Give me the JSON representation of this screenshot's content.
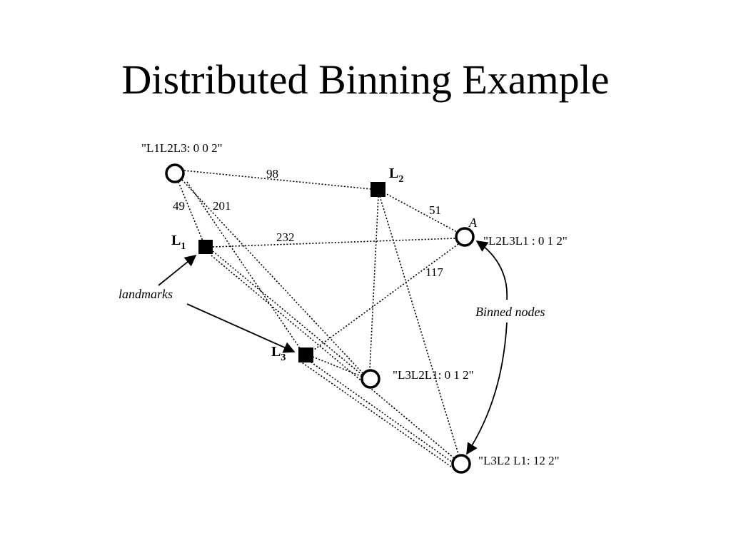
{
  "title": "Distributed Binning Example",
  "landmarks": [
    {
      "id": "L1",
      "letter": "L",
      "sub": "1"
    },
    {
      "id": "L2",
      "letter": "L",
      "sub": "2"
    },
    {
      "id": "L3",
      "letter": "L",
      "sub": "3"
    }
  ],
  "nodes": [
    {
      "id": "n1",
      "label": "\"L1L2L3: 0 0 2\""
    },
    {
      "id": "A",
      "name": "A",
      "label": "\"L2L3L1 : 0 1 2\""
    },
    {
      "id": "n3",
      "label": "\"L3L2L1: 0 1 2\""
    },
    {
      "id": "n4",
      "label": "\"L3L2 L1: 12 2\""
    }
  ],
  "edge_labels": [
    "98",
    "49",
    "201",
    "51",
    "232",
    "117"
  ],
  "captions": {
    "landmarks": "landmarks",
    "binned": "Binned nodes"
  }
}
